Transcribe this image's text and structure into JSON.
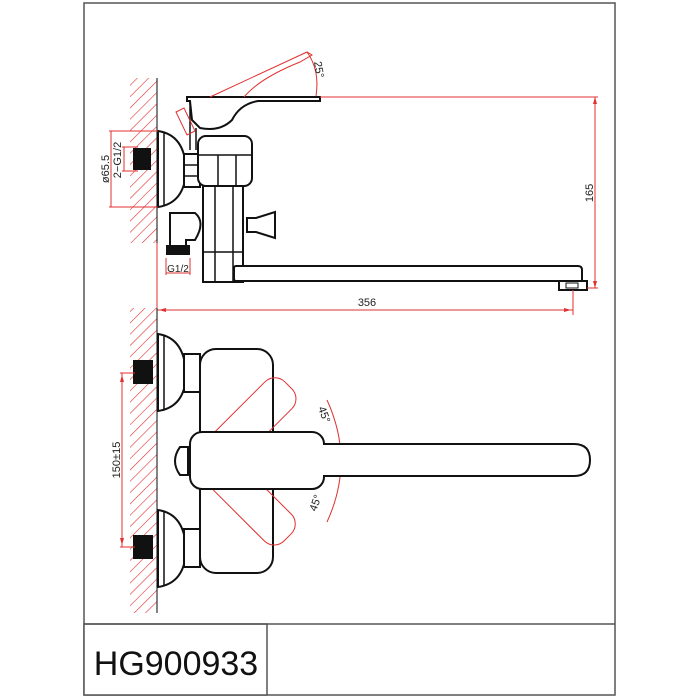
{
  "title_block": {
    "model_code": "HG900933"
  },
  "colors": {
    "outline": "#111111",
    "dimension": "#e03030",
    "frame": "#555555",
    "background": "#ffffff"
  },
  "side_view": {
    "dimensions": {
      "lever_angle": "25°",
      "height": "165",
      "spout_length": "356",
      "flange_diameter": "ø65.5",
      "inlet_thread": "2−G1/2",
      "outlet_thread": "G1/2"
    }
  },
  "top_view": {
    "dimensions": {
      "inlet_spacing": "150±15",
      "lever_angle_up": "45°",
      "lever_angle_down": "45°"
    }
  }
}
